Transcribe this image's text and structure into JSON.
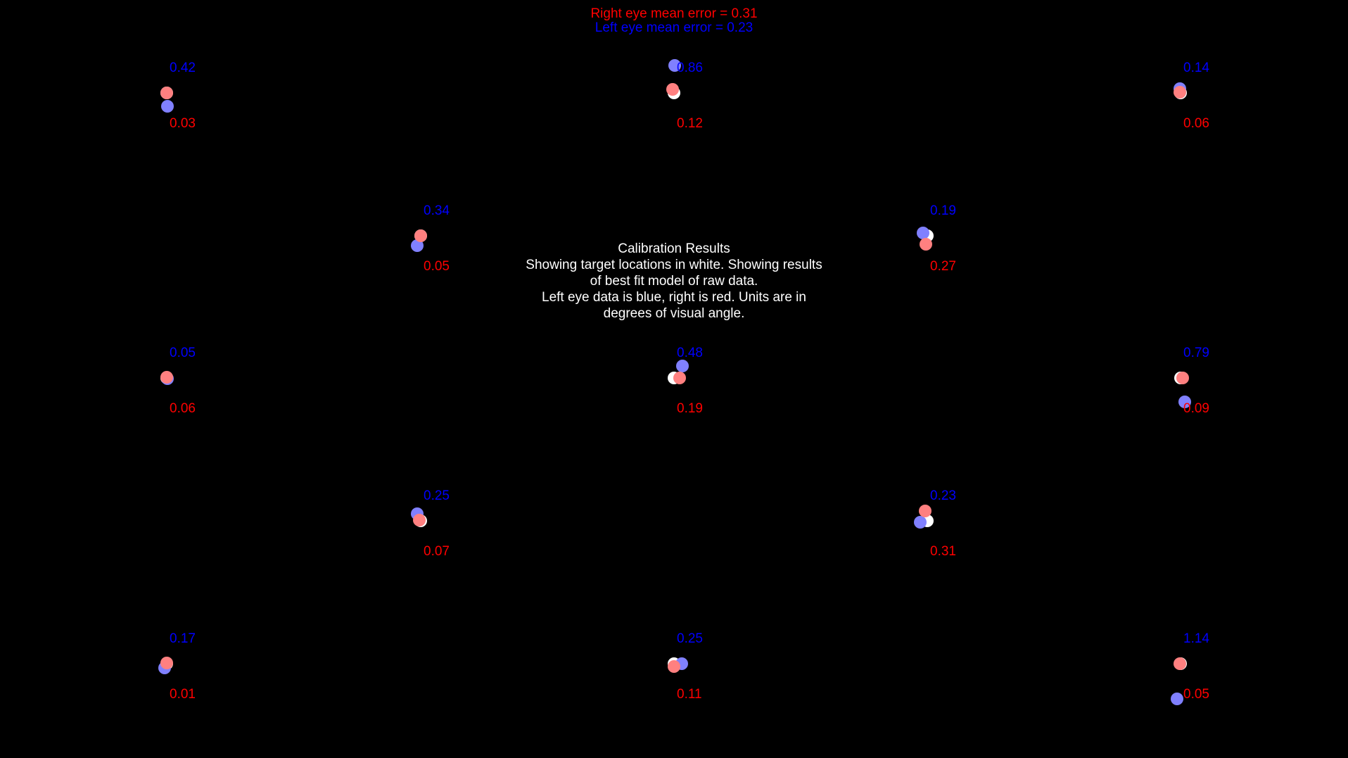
{
  "header": {
    "right_eye_mean_error": "Right eye mean error = 0.31",
    "left_eye_mean_error": "Left eye mean error = 0.23"
  },
  "info": {
    "title": "Calibration Results",
    "lines": [
      "Showing target locations in white. Showing results",
      "of best fit model of raw data.",
      "Left eye data is blue, right is red. Units are in",
      "degrees of visual angle."
    ]
  },
  "colors": {
    "background": "#000000",
    "target": "#ffffff",
    "left_eye_marker": "#8080ff",
    "right_eye_marker": "#ff8080",
    "left_eye_text": "#0000ff",
    "right_eye_text": "#ff0000"
  },
  "calibration_points": [
    {
      "id": "r1c1",
      "left_error": "0.42",
      "right_error": "0.03"
    },
    {
      "id": "r1c3",
      "left_error": "0.86",
      "right_error": "0.12"
    },
    {
      "id": "r1c5",
      "left_error": "0.14",
      "right_error": "0.06"
    },
    {
      "id": "r2c2",
      "left_error": "0.34",
      "right_error": "0.05"
    },
    {
      "id": "r2c4",
      "left_error": "0.19",
      "right_error": "0.27"
    },
    {
      "id": "r3c1",
      "left_error": "0.05",
      "right_error": "0.06"
    },
    {
      "id": "r3c3",
      "left_error": "0.48",
      "right_error": "0.19"
    },
    {
      "id": "r3c5",
      "left_error": "0.79",
      "right_error": "0.09"
    },
    {
      "id": "r4c2",
      "left_error": "0.25",
      "right_error": "0.07"
    },
    {
      "id": "r4c4",
      "left_error": "0.23",
      "right_error": "0.31"
    },
    {
      "id": "r5c1",
      "left_error": "0.17",
      "right_error": "0.01"
    },
    {
      "id": "r5c3",
      "left_error": "0.25",
      "right_error": "0.11"
    },
    {
      "id": "r5c5",
      "left_error": "1.14",
      "right_error": "0.05"
    }
  ]
}
